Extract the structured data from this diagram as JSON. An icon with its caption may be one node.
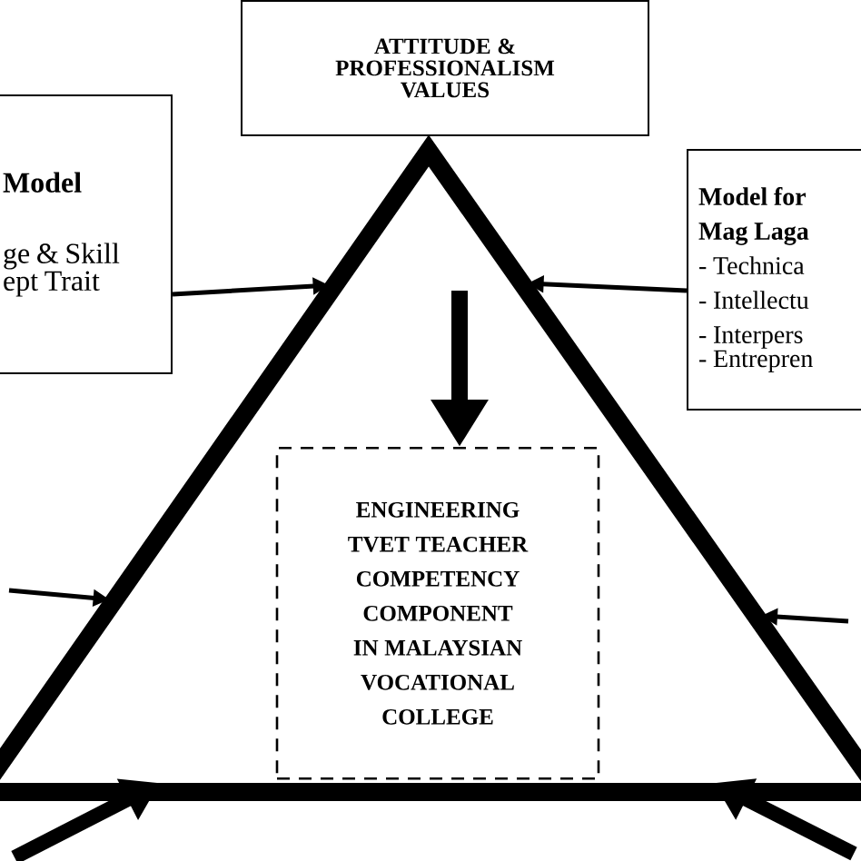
{
  "diagram": {
    "nodes": [
      {
        "text": [
          "ATTITUDE & PROFESSIONALISM VALUES"
        ]
      },
      {
        "text": [
          "Model",
          "ge & Skill",
          "ept Trait"
        ]
      },
      {
        "text": [
          "Model for Mag Laga",
          "- Technica",
          "- Intellectu",
          "- Interpers",
          "- Entrepren"
        ]
      },
      {
        "text": [],
        "shape": "triangle"
      },
      {
        "text": [
          "ENGINEERING TVET TEACHER COMPETENCY COMPONENT IN MALAYSIAN VOCATIONAL COLLEGE"
        ],
        "in": 3
      }
    ],
    "edges": [
      {
        "from": 1,
        "to": 3,
        "arrow": "to"
      },
      {
        "from": 2,
        "to": 3,
        "arrow": "to"
      },
      {
        "from": null,
        "to": 4,
        "arrow": "to",
        "style": "thick"
      },
      {
        "from": null,
        "to": 3,
        "arrow": "to"
      },
      {
        "from": null,
        "to": 3,
        "arrow": "to"
      },
      {
        "from": null,
        "to": 3,
        "arrow": "to",
        "style": "thick"
      },
      {
        "from": null,
        "to": 3,
        "arrow": "to",
        "style": "thick"
      }
    ]
  }
}
